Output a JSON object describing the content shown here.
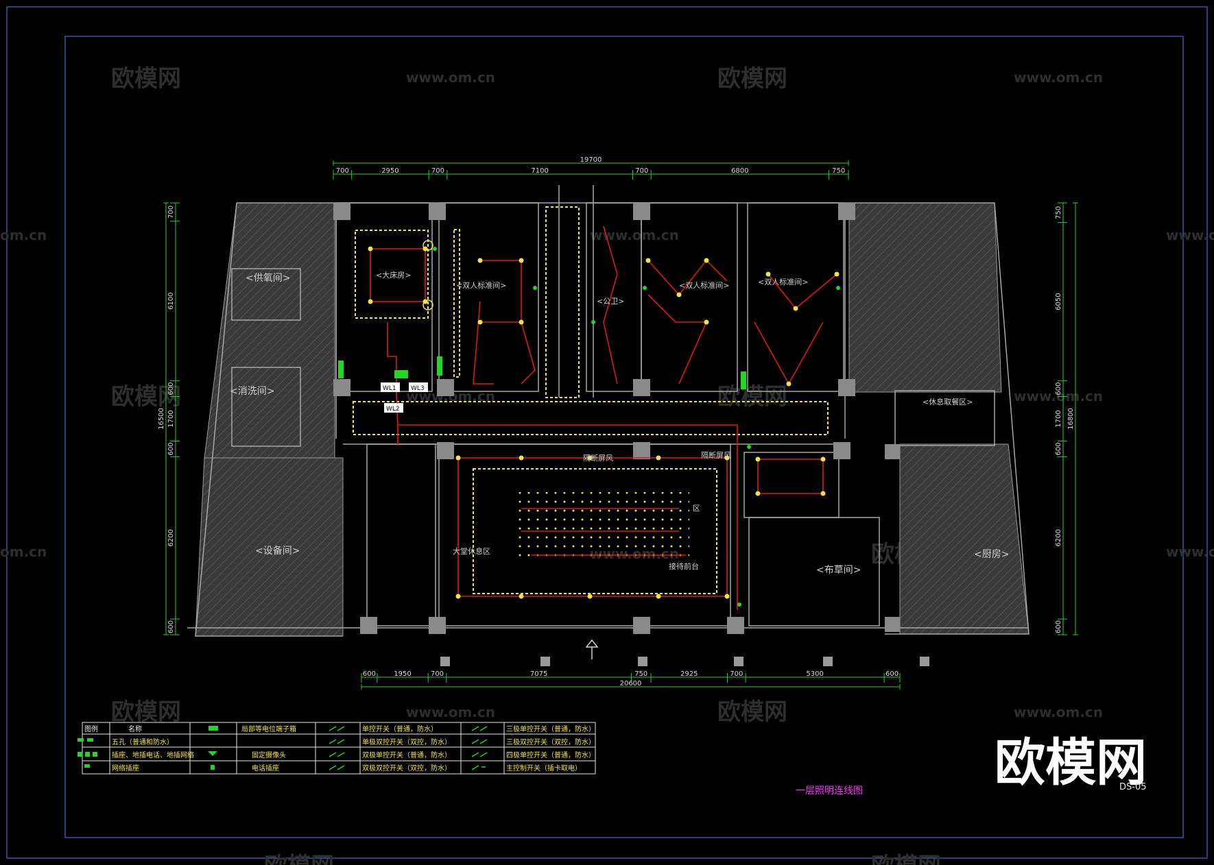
{
  "drawing": {
    "title": "一层照明连线图",
    "sheet_code": "DS-05",
    "logo": "欧模网"
  },
  "watermarks": {
    "brand": "欧模网",
    "url": "www.om.cn",
    "url_cut": "om.cn",
    "url_cut2": "www.o"
  },
  "dimensions": {
    "top_total": "19700",
    "top_segments": [
      "700",
      "2950",
      "700",
      "7100",
      "700",
      "6800",
      "750"
    ],
    "bottom_total": "20600",
    "bottom_segments": [
      "600",
      "1950",
      "700",
      "7075",
      "750",
      "2925",
      "700",
      "5300",
      "600"
    ],
    "left_total": "16500",
    "left_segments": [
      "700",
      "6100",
      "600",
      "1700",
      "600",
      "6200",
      "600"
    ],
    "right_total": "16800",
    "right_segments": [
      "750",
      "6050",
      "600",
      "1700",
      "600",
      "6200",
      "600"
    ]
  },
  "rooms": {
    "oxygen": "<供氧间>",
    "wash": "<消洗间>",
    "equipment": "<设备间>",
    "big_bed": "<大床房>",
    "twin_a": "<双人标准间>",
    "twin_b": "<双人标准间>",
    "twin_c": "<双人标准间>",
    "public_wc": "<公卫>",
    "kitchen": "<厨房>",
    "herb": "<布草间>",
    "rest_area": "<休息取餐区>",
    "lobby_rest": "大堂休息区",
    "partition_1": "隔断屏风",
    "partition_2": "隔断屏风",
    "front_area": "区",
    "reception": "接待前台"
  },
  "circuits": [
    "WL1",
    "WL3",
    "WL2"
  ],
  "legend": {
    "headers": [
      "图例",
      "名称"
    ],
    "col1": [
      "五孔（普通和防水）",
      "插座、地插电话、地插网络",
      "网络插座"
    ],
    "col2_name": [
      "局部等电位端子箱",
      "固定摄像头",
      "电话插座"
    ],
    "col3": [
      "单控开关（普通，防水）",
      "单极双控开关（双控，防水）",
      "双极单控开关（普通，防水）",
      "双极双控开关（双控，防水）"
    ],
    "col4": [
      "三极单控开关（普通，防水）",
      "三极双控开关（双控，防水）",
      "四极单控开关（普通，防水）",
      "主控制开关（插卡取电）"
    ]
  },
  "colors": {
    "frame": "#3a6fd8",
    "dimension": "#22d622",
    "wire": "#e01818",
    "light_strip": "#f0e640",
    "wall": "#a0a0a0",
    "title": "#ff33ff"
  },
  "icons": [
    "north-arrow-icon",
    "switch-icon",
    "socket-icon",
    "camera-icon",
    "phone-socket-icon",
    "network-socket-icon"
  ]
}
